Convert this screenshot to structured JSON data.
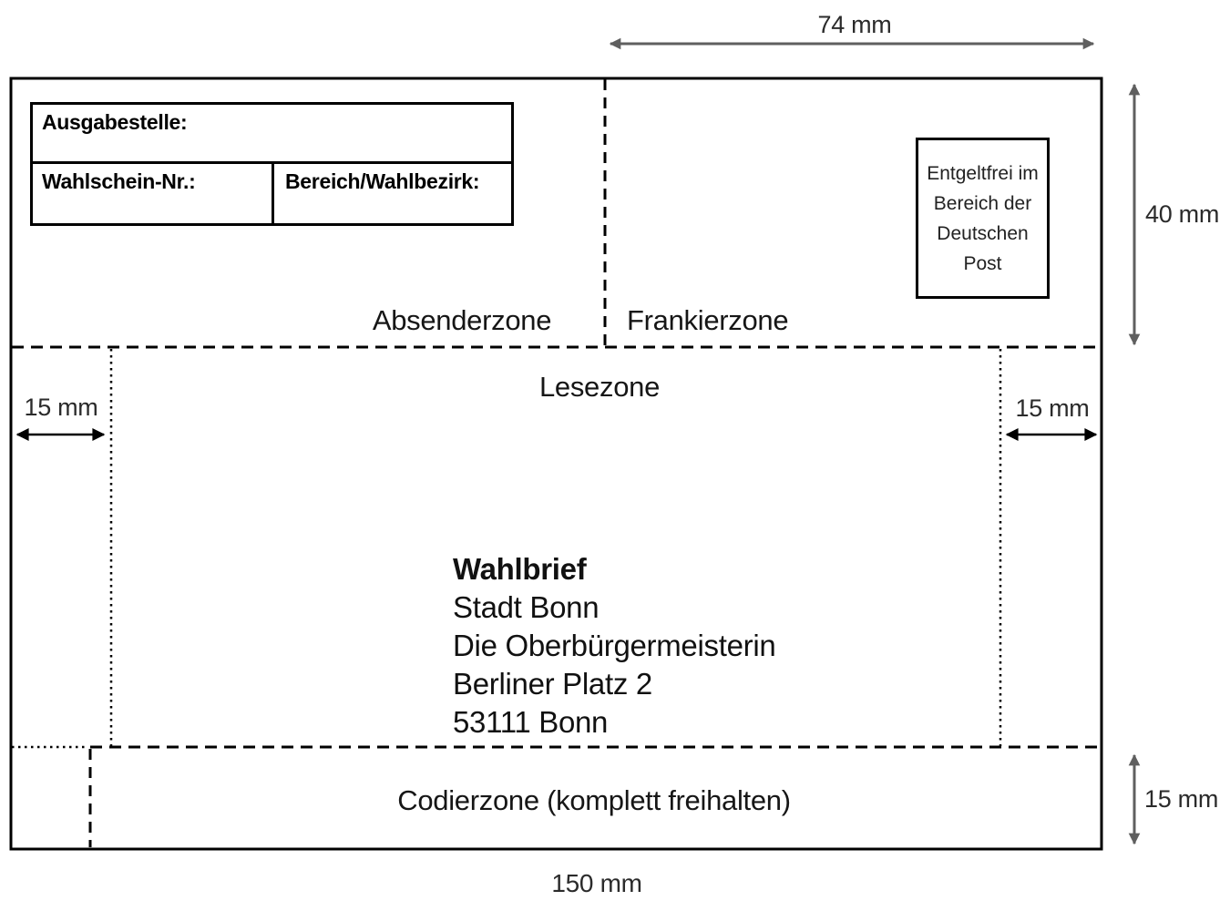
{
  "diagram": {
    "dim_labels": {
      "top_width": "74 mm",
      "franking_height": "40 mm",
      "left_margin": "15 mm",
      "right_margin": "15 mm",
      "coding_height": "15 mm",
      "total_width": "150 mm"
    },
    "sender_form": {
      "issuing_office_label": "Ausgabestelle:",
      "ballot_number_label": "Wahlschein-Nr.:",
      "district_label": "Bereich/Wahlbezirk:"
    },
    "postage_note": {
      "lines": [
        "Entgeltfrei im",
        "Bereich der",
        "Deutschen",
        "Post"
      ]
    },
    "zone_labels": {
      "sender": "Absenderzone",
      "franking": "Frankierzone",
      "reading": "Lesezone",
      "coding": "Codierzone (komplett freihalten)"
    },
    "address": {
      "lines": [
        "Wahlbrief",
        "Stadt Bonn",
        "Die Oberbürgermeisterin",
        "Berliner Platz 2",
        "53111 Bonn"
      ]
    },
    "colors": {
      "line_black": "#000000",
      "dimension_gray": "#5f5f5f"
    }
  }
}
